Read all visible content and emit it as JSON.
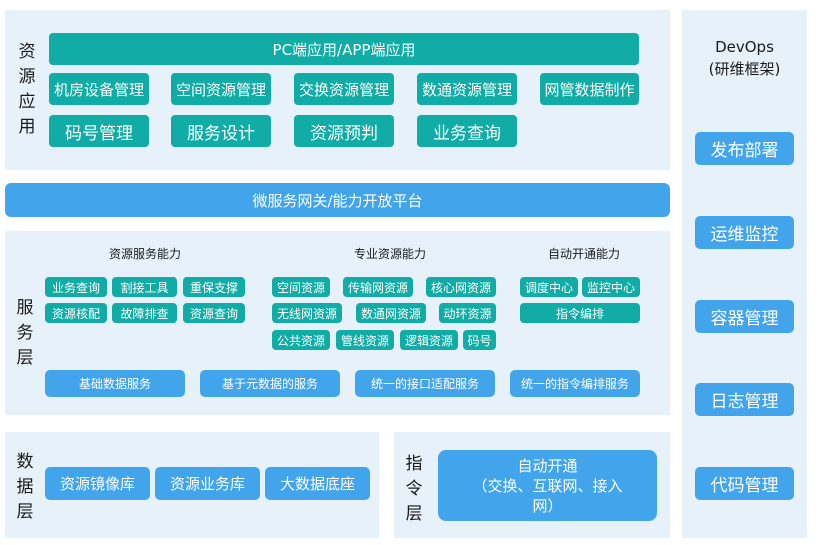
{
  "resource_app": {
    "label_chars": [
      "资",
      "源",
      "应",
      "用"
    ],
    "header": "PC端应用/APP端应用",
    "row1": [
      "机房设备管理",
      "空间资源管理",
      "交换资源管理",
      "数通资源管理",
      "网管数据制作"
    ],
    "row2": [
      "码号管理",
      "服务设计",
      "资源预判",
      "业务查询"
    ]
  },
  "gateway": "微服务网关/能力开放平台",
  "service_layer": {
    "label_chars": [
      "服",
      "务",
      "层"
    ],
    "groups": [
      {
        "title": "资源服务能力",
        "items": [
          "业务查询",
          "割接工具",
          "重保支撑",
          "资源核配",
          "故障排查",
          "资源查询"
        ]
      },
      {
        "title": "专业资源能力",
        "items": [
          "空间资源",
          "传输网资源",
          "核心网资源",
          "无线网资源",
          "数通网资源",
          "动环资源",
          "公共资源",
          "管线资源",
          "逻辑资源",
          "码号"
        ]
      },
      {
        "title": "自动开通能力",
        "items": [
          "调度中心",
          "监控中心",
          "指令编排"
        ]
      }
    ],
    "base_services": [
      "基础数据服务",
      "基于元数据的服务",
      "统一的接口适配服务",
      "统一的指令编排服务"
    ]
  },
  "data_layer": {
    "label_chars": [
      "数",
      "据",
      "层"
    ],
    "items": [
      "资源镜像库",
      "资源业务库",
      "大数据底座"
    ]
  },
  "command_layer": {
    "label_chars": [
      "指",
      "令",
      "层"
    ],
    "line1": "自动开通",
    "line2": "（交换、互联网、接入",
    "line3": "网）"
  },
  "devops": {
    "title": "DevOps",
    "subtitle": "(研维框架)",
    "items": [
      "发布部署",
      "运维监控",
      "容器管理",
      "日志管理",
      "代码管理"
    ]
  },
  "colors": {
    "panel": "#e6f1fa",
    "teal": "#11aca5",
    "blue": "#42a4ea"
  }
}
